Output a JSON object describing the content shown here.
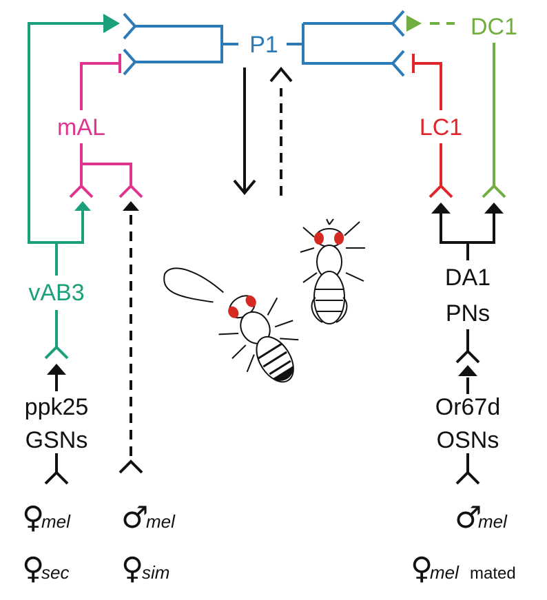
{
  "colors": {
    "p1": "#2b7bb9",
    "vab3": "#1aa07a",
    "mal": "#e0358f",
    "lc1": "#e0262b",
    "dc1": "#6fae3f",
    "black": "#111111",
    "fly_eye": "#d42a22"
  },
  "nodes": {
    "p1": "P1",
    "mal": "mAL",
    "vab3": "vAB3",
    "lc1": "LC1",
    "dc1": "DC1",
    "da1_line1": "DA1",
    "da1_line2": "PNs",
    "or67d_line1": "Or67d",
    "or67d_line2": "OSNs",
    "ppk25_line1": "ppk25",
    "ppk25_line2": "GSNs"
  },
  "stimuli": {
    "col1_top_symbol": "♀",
    "col1_top_sub": "mel",
    "col1_bottom_symbol": "♀",
    "col1_bottom_sub": "sec",
    "col2_top_symbol": "♂",
    "col2_top_sub": "mel",
    "col2_bottom_symbol": "♀",
    "col2_bottom_sub": "sim",
    "col3_top_symbol": "♂",
    "col3_top_sub": "mel",
    "col3_bottom_symbol": "♀",
    "col3_bottom_sub": "mel",
    "col3_bottom_suffix": "mated"
  },
  "icons": [
    "fly-courtship-icon",
    "fly-female-icon",
    "excitatory-arrow-icon",
    "inhibitory-bar-icon",
    "dendrite-fork-icon"
  ]
}
